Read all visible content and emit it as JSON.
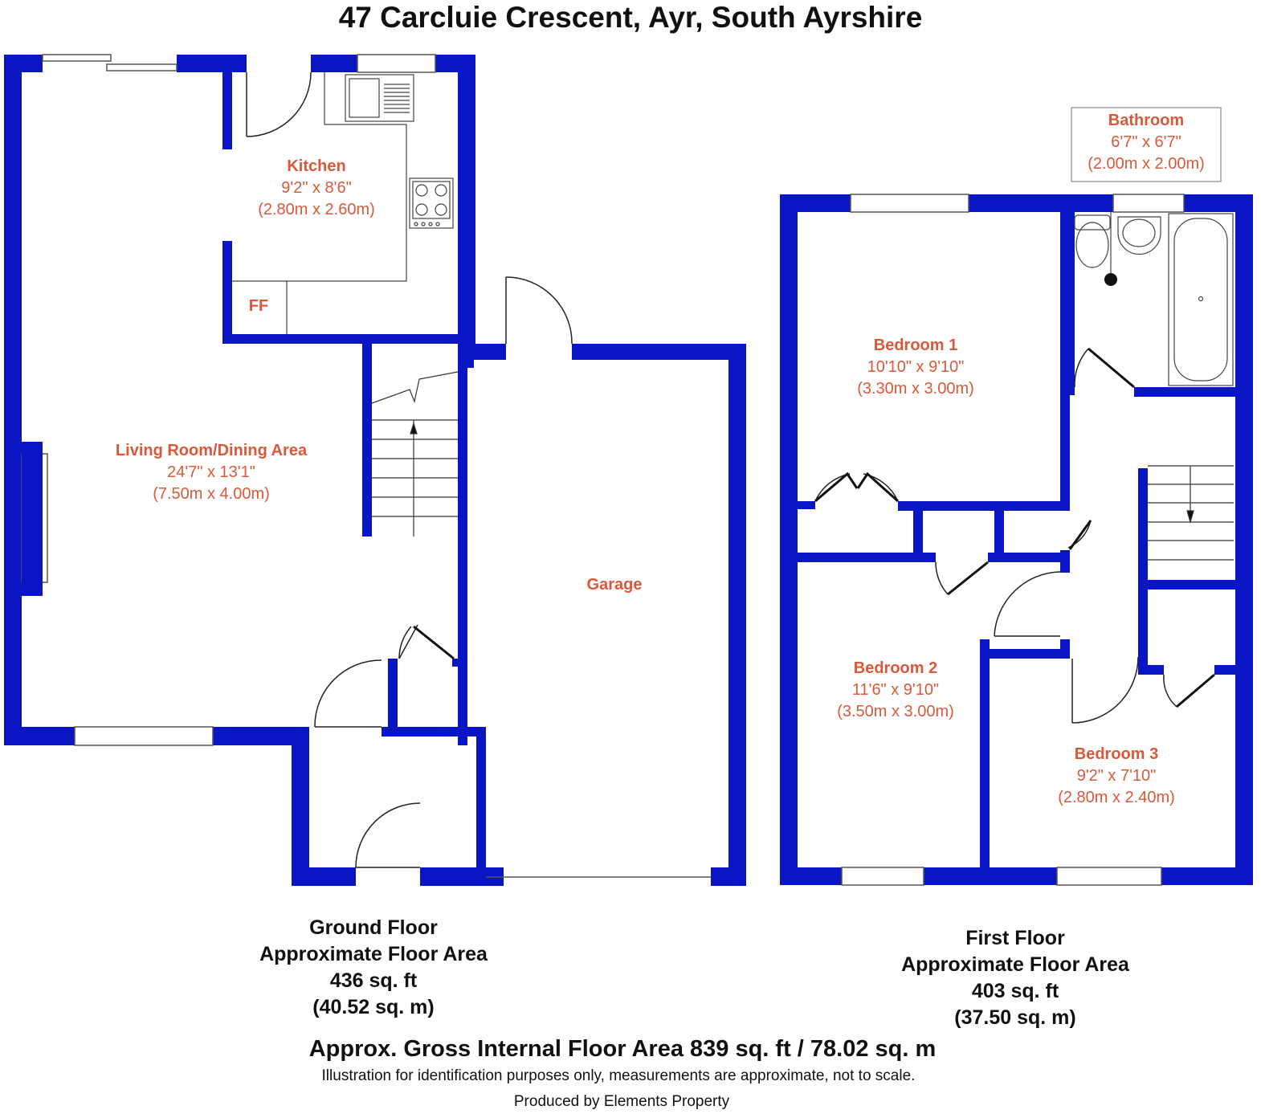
{
  "title": "47 Carcluie Crescent, Ayr, South Ayrshire",
  "colors": {
    "wall": "#0a15c4",
    "label": "#d9593a",
    "fixture": "#444444"
  },
  "rooms": {
    "kitchen": {
      "name": "Kitchen",
      "imperial": "9'2\" x 8'6\"",
      "metric": "(2.80m x 2.60m)"
    },
    "living": {
      "name": "Living Room/Dining Area",
      "imperial": "24'7\" x 13'1\"",
      "metric": "(7.50m x 4.00m)"
    },
    "garage": {
      "name": "Garage"
    },
    "bathroom": {
      "name": "Bathroom",
      "imperial": "6'7\" x 6'7\"",
      "metric": "(2.00m x 2.00m)"
    },
    "bedroom1": {
      "name": "Bedroom 1",
      "imperial": "10'10\" x 9'10\"",
      "metric": "(3.30m x 3.00m)"
    },
    "bedroom2": {
      "name": "Bedroom 2",
      "imperial": "11'6\" x 9'10\"",
      "metric": "(3.50m x 3.00m)"
    },
    "bedroom3": {
      "name": "Bedroom 3",
      "imperial": "9'2\" x 7'10\"",
      "metric": "(2.80m x 2.40m)"
    }
  },
  "fridge_label": "FF",
  "ground_floor": {
    "name": "Ground Floor",
    "caption": "Approximate Floor Area",
    "sqft": "436 sq. ft",
    "sqm": "(40.52 sq. m)"
  },
  "first_floor": {
    "name": "First Floor",
    "caption": "Approximate Floor Area",
    "sqft": "403 sq. ft",
    "sqm": "(37.50 sq. m)"
  },
  "gross_area": "Approx. Gross Internal Floor Area 839 sq. ft / 78.02 sq. m",
  "disclaimer": "Illustration for identification purposes only, measurements are approximate, not to scale.",
  "producer": "Produced by Elements Property"
}
